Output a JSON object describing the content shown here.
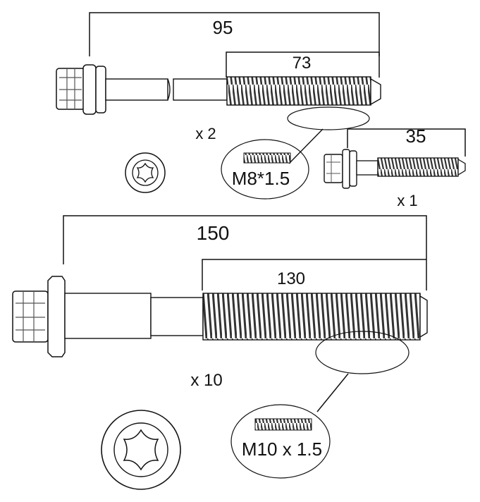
{
  "diagram": {
    "bolt_a": {
      "overall_length": "95",
      "thread_length": "73",
      "quantity": "x 2",
      "thread_spec": "M8*1.5"
    },
    "bolt_b": {
      "length": "35",
      "quantity": "x 1"
    },
    "bolt_c": {
      "overall_length": "150",
      "thread_length": "130",
      "quantity": "x 10",
      "thread_spec": "M10 x 1.5"
    },
    "colors": {
      "line": "#111111",
      "thread": "#333333",
      "shank": "#ffffff"
    },
    "icons": [
      "torx-head-icon"
    ]
  }
}
